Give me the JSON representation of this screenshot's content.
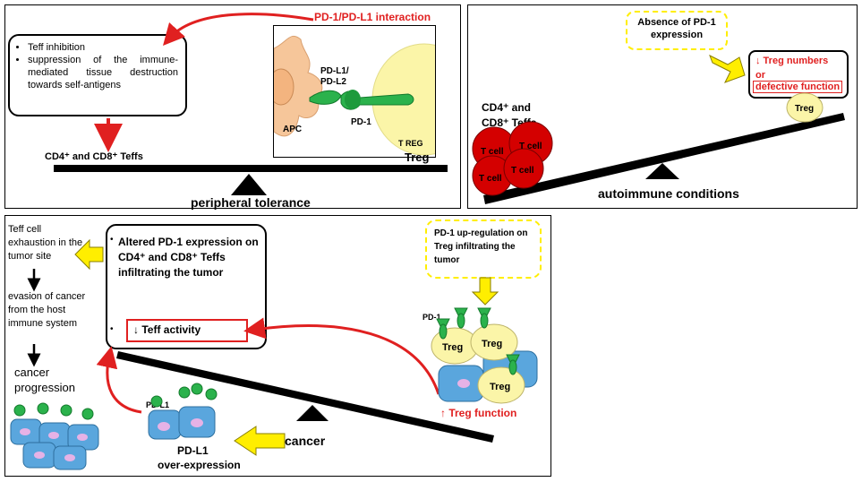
{
  "panel_a": {
    "interaction_label": "PD-1/PD-L1 interaction",
    "bullets": [
      "Teff inhibition",
      "suppression of the immune-mediated tissue destruction towards self-antigens"
    ],
    "effectors_label": "CD4⁺ and CD8⁺ Teffs",
    "treg_label": "Treg",
    "balance_caption": "peripheral tolerance",
    "inset": {
      "pdl_label": "PD-L1/ PD-L2",
      "pd1_label": "PD-1",
      "apc_label": "APC",
      "treg_cell_label": "T REG"
    }
  },
  "panel_b": {
    "absence_label": "Absence of PD-1 expression",
    "treg_effect_line1": "↓ Treg numbers",
    "treg_effect_line2": "or",
    "treg_effect_line3": "defective function",
    "effectors_label": "CD4⁺ and CD8⁺ Teffs",
    "t_cell_label": "T cell",
    "treg_label": "Treg",
    "balance_caption": "autoimmune conditions"
  },
  "panel_c": {
    "altered_expression": "Altered PD-1 expression on CD4⁺ and CD8⁺ Teffs infiltrating the tumor",
    "teff_activity": "↓ Teff activity",
    "exhaustion": "Teff cell exhaustion in the tumor site",
    "evasion": "evasion of cancer from the host immune system",
    "progression": "cancer progression",
    "upregulation": "PD-1 up-regulation on Treg infiltrating the tumor",
    "pd1_small": "PD-1",
    "treg_label": "Treg",
    "treg_function": "↑ Treg function",
    "pdl1_small": "PD-L1",
    "overexpression_line1": "PD-L1",
    "overexpression_line2": "over-expression",
    "balance_caption": "cancer"
  },
  "colors": {
    "red_accent": "#e02020",
    "yellow_arrow": "#ffee00",
    "yellow_cell": "#fbf5a8",
    "red_cell": "#d40000",
    "green_receptor": "#2bb24c",
    "blue_tumor": "#5aa6dd",
    "apc_skin": "#f6c69a"
  }
}
